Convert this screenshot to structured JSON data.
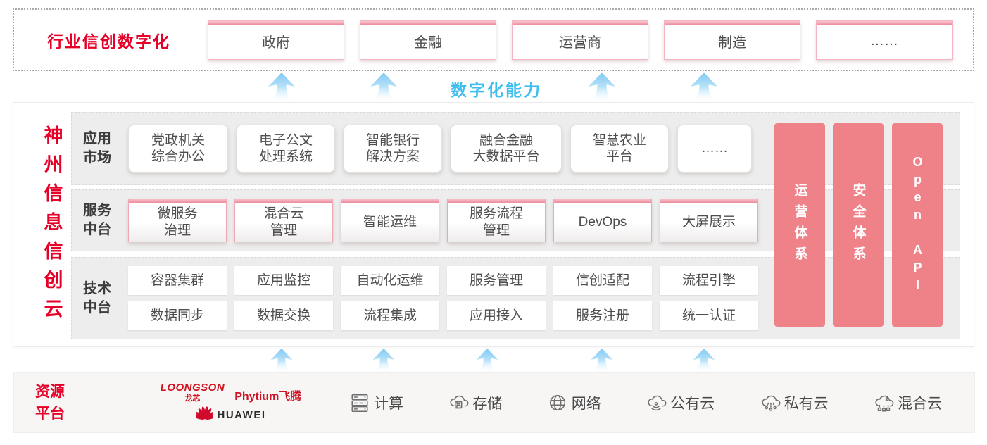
{
  "colors": {
    "accent_red": "#e60028",
    "pillar_pink": "#ef8289",
    "capability_blue": "#3fbef0",
    "panel_gray": "#ededed"
  },
  "top_section": {
    "title": "行业信创数字化",
    "industries": [
      "政府",
      "金融",
      "运营商",
      "制造",
      "……"
    ]
  },
  "capability_band": {
    "label": "数字化能力"
  },
  "platform": {
    "title": "神州信息信创云",
    "rows": [
      {
        "label_lines": [
          "应用",
          "市场"
        ],
        "item_rows": [
          [
            [
              "党政机关",
              "综合办公"
            ],
            [
              "电子公文",
              "处理系统"
            ],
            [
              "智能银行",
              "解决方案"
            ],
            [
              "融合金融",
              "大数据平台"
            ],
            [
              "智慧农业",
              "平台"
            ],
            [
              "……"
            ]
          ]
        ]
      },
      {
        "label_lines": [
          "服务",
          "中台"
        ],
        "item_rows": [
          [
            [
              "微服务",
              "治理"
            ],
            [
              "混合云",
              "管理"
            ],
            [
              "智能运维"
            ],
            [
              "服务流程",
              "管理"
            ],
            [
              "DevOps"
            ],
            [
              "大屏展示"
            ]
          ]
        ]
      },
      {
        "label_lines": [
          "技术",
          "中台"
        ],
        "item_rows": [
          [
            [
              "容器集群"
            ],
            [
              "应用监控"
            ],
            [
              "自动化运维"
            ],
            [
              "服务管理"
            ],
            [
              "信创适配"
            ],
            [
              "流程引擎"
            ]
          ],
          [
            [
              "数据同步"
            ],
            [
              "数据交换"
            ],
            [
              "流程集成"
            ],
            [
              "应用接入"
            ],
            [
              "服务注册"
            ],
            [
              "统一认证"
            ]
          ]
        ]
      }
    ],
    "pillars": [
      "运营体系",
      "安全体系",
      "Open API"
    ]
  },
  "resource_section": {
    "label_lines": [
      "资源",
      "平台"
    ],
    "vendors": [
      {
        "text": "LOONGSON",
        "sub": "龙芯"
      },
      {
        "text": "Phytium飞腾"
      },
      {
        "text": "HUAWEI"
      }
    ],
    "items": [
      {
        "icon": "compute-icon",
        "label": "计算"
      },
      {
        "icon": "storage-icon",
        "label": "存储"
      },
      {
        "icon": "network-icon",
        "label": "网络"
      },
      {
        "icon": "public-cloud-icon",
        "label": "公有云"
      },
      {
        "icon": "private-cloud-icon",
        "label": "私有云"
      },
      {
        "icon": "hybrid-cloud-icon",
        "label": "混合云"
      }
    ]
  }
}
